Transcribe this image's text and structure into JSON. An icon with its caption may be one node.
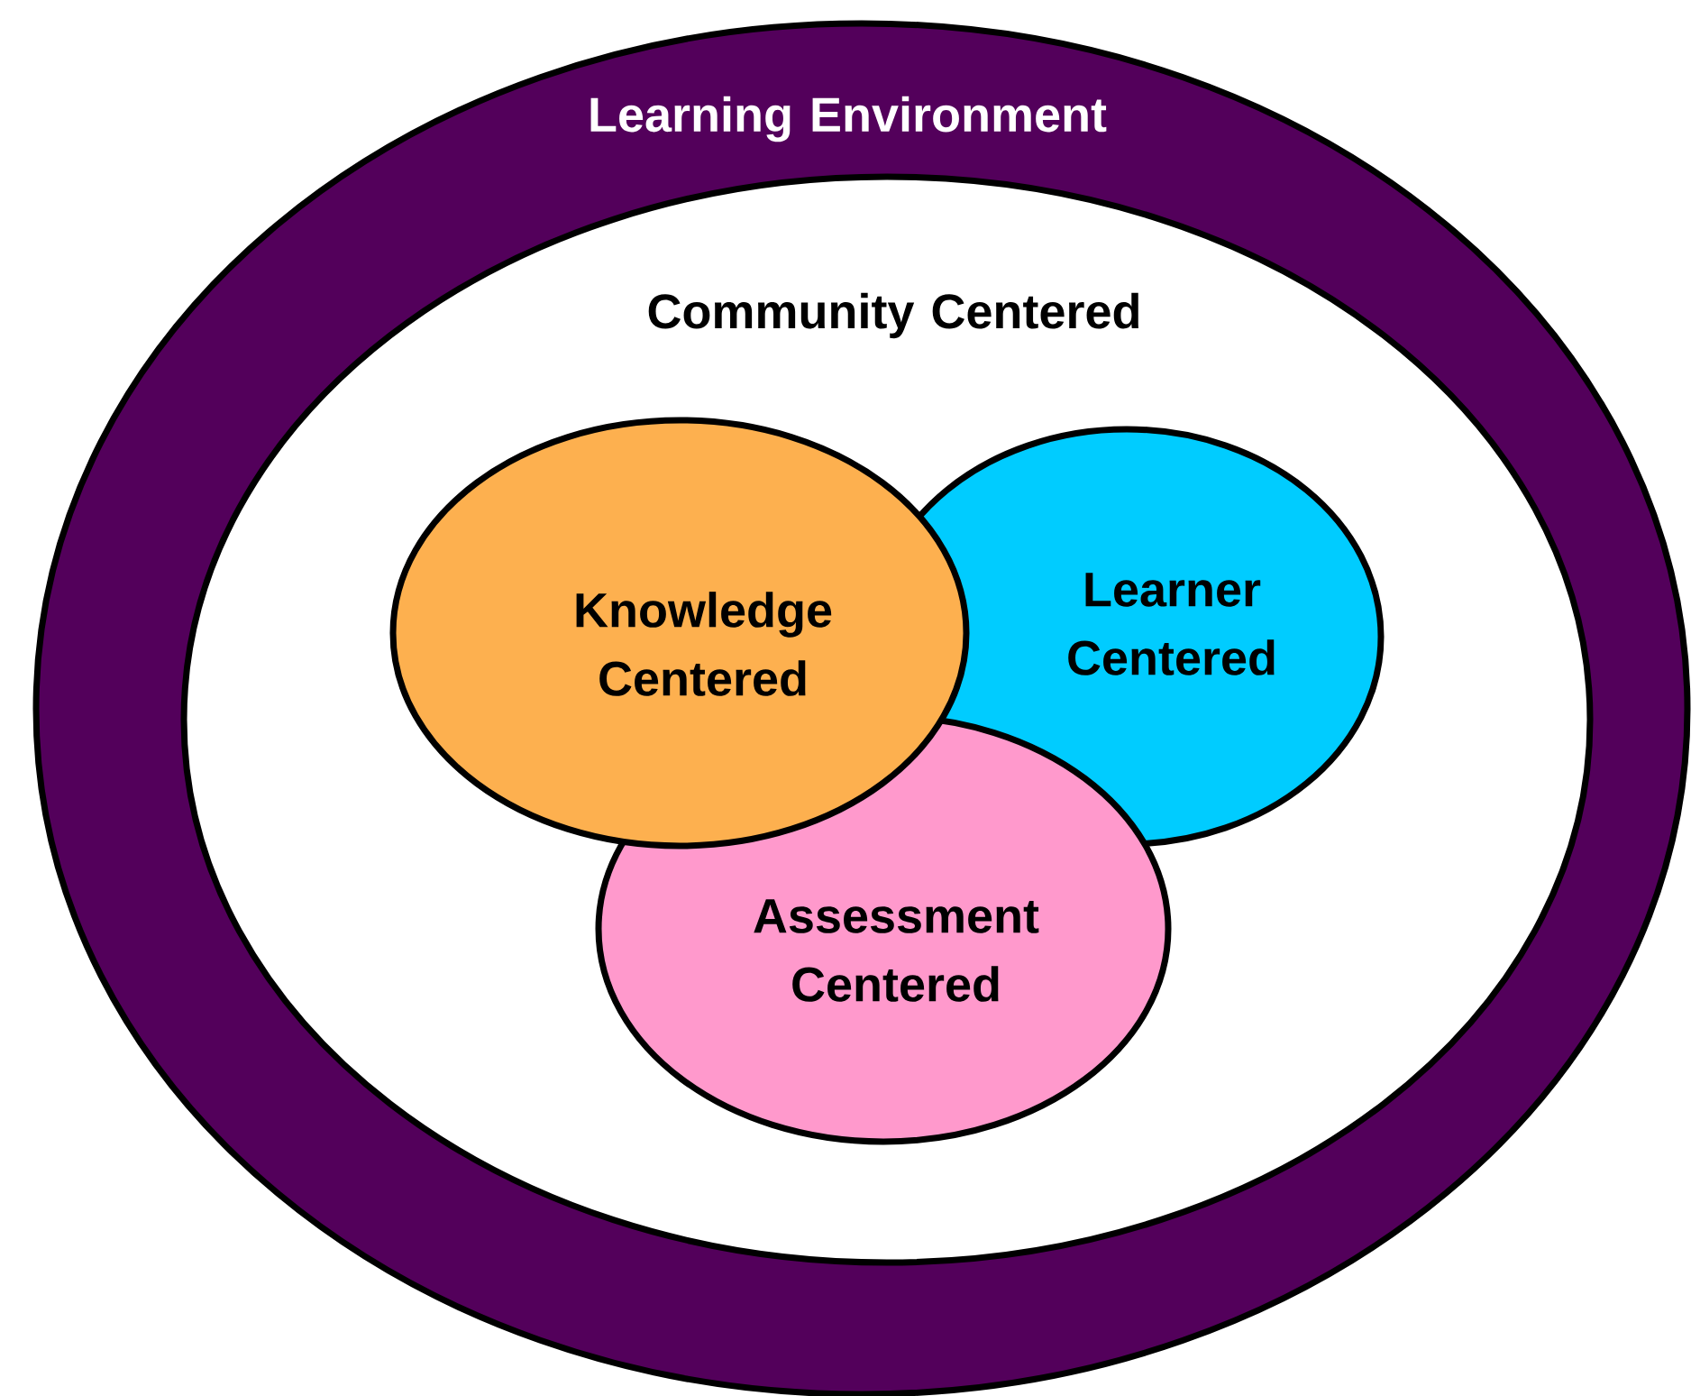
{
  "diagram": {
    "nodes": [
      {
        "text": [
          "Learning Environment"
        ]
      },
      {
        "text": [
          "Community Centered"
        ],
        "in": 0
      },
      {
        "text": [
          "Knowledge Centered"
        ],
        "in": 1
      },
      {
        "text": [
          "Learner Centered"
        ],
        "in": 1
      },
      {
        "text": [
          "Assessment Centered"
        ],
        "in": 1
      }
    ]
  }
}
